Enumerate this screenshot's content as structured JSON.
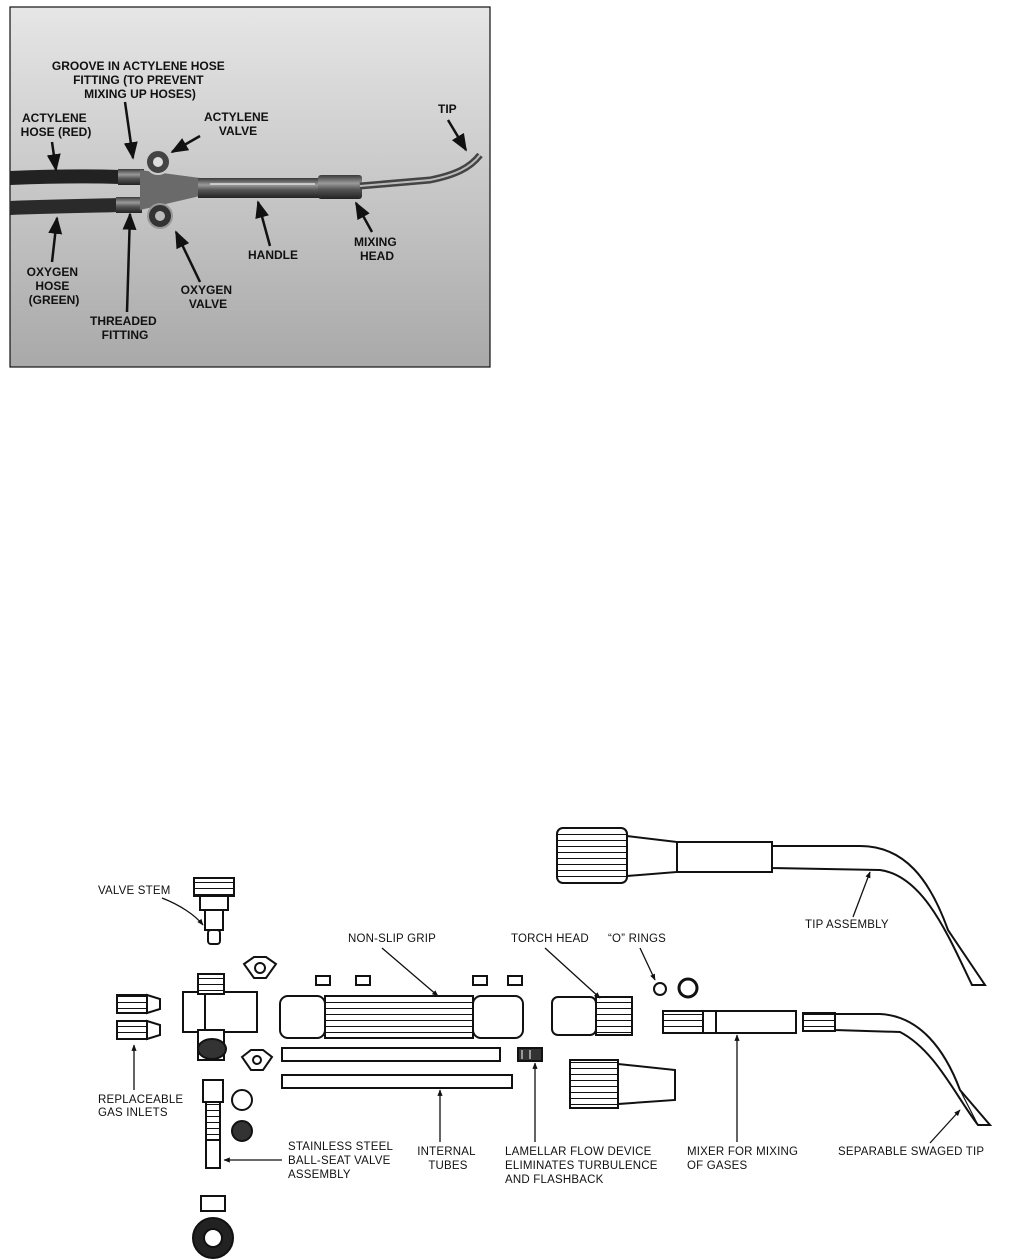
{
  "photo": {
    "labels": {
      "groove": [
        "GROOVE IN ACTYLENE HOSE",
        "FITTING (TO PREVENT",
        "MIXING UP HOSES)"
      ],
      "acetylene_hose": [
        "ACTYLENE",
        "HOSE (RED)"
      ],
      "acetylene_valve": [
        "ACTYLENE",
        "VALVE"
      ],
      "tip": "TIP",
      "oxygen_hose": [
        "OXYGEN",
        "HOSE",
        "(GREEN)"
      ],
      "threaded_fitting": [
        "THREADED",
        "FITTING"
      ],
      "oxygen_valve": [
        "OXYGEN",
        "VALVE"
      ],
      "handle": "HANDLE",
      "mixing_head": [
        "MIXING",
        "HEAD"
      ]
    }
  },
  "exploded": {
    "labels": {
      "valve_stem": "VALVE STEM",
      "non_slip_grip": "NON-SLIP GRIP",
      "torch_head": "TORCH HEAD",
      "o_rings": "“O” RINGS",
      "tip_assembly": "TIP ASSEMBLY",
      "replaceable_gas_inlets": [
        "REPLACEABLE",
        "GAS INLETS"
      ],
      "ball_seat_valve": [
        "STAINLESS STEEL",
        "BALL-SEAT VALVE",
        "ASSEMBLY"
      ],
      "internal_tubes": [
        "INTERNAL",
        "TUBES"
      ],
      "lamellar": [
        "LAMELLAR FLOW DEVICE",
        "ELIMINATES TURBULENCE",
        "AND FLASHBACK"
      ],
      "mixer": [
        "MIXER FOR MIXING",
        "OF GASES"
      ],
      "swaged_tip": "SEPARABLE SWAGED TIP"
    }
  }
}
